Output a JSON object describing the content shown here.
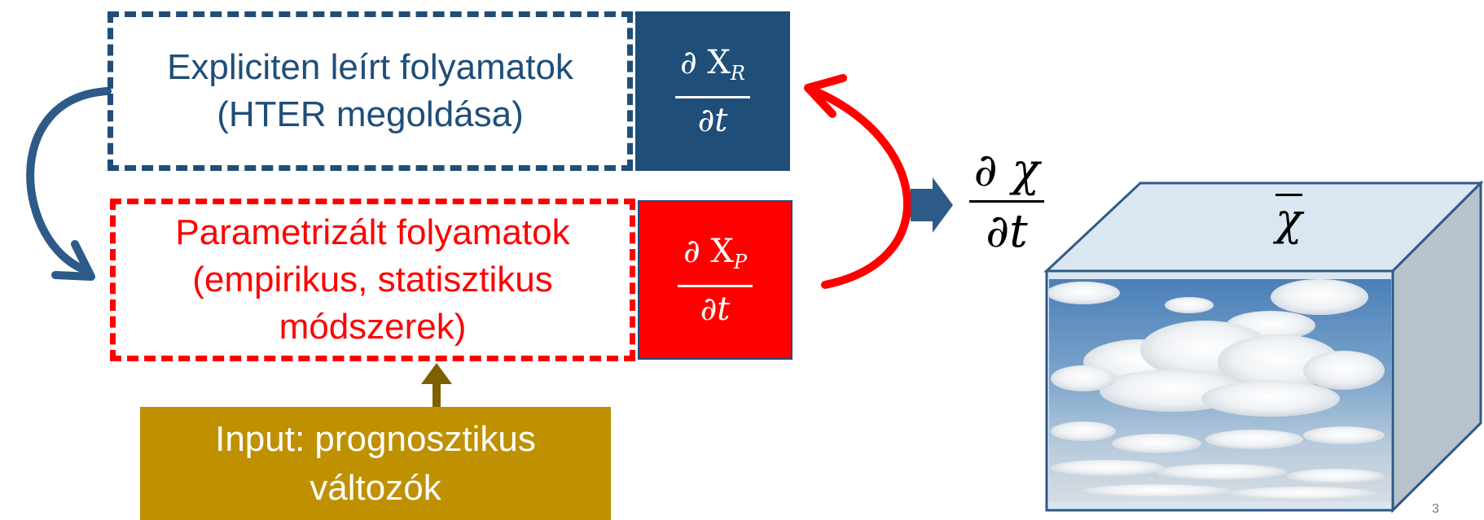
{
  "explicit_box": {
    "line1": "Expliciten leírt folyamatok",
    "line2": "(HTER megoldása)"
  },
  "explicit_fraction": {
    "numerator": "∂ X",
    "subscript": "R",
    "denominator": "∂t"
  },
  "param_box": {
    "line1": "Parametrizált folyamatok",
    "line2": "(empirikus, statisztikus",
    "line3": "módszerek)"
  },
  "param_fraction": {
    "numerator": "∂ X",
    "subscript": "P",
    "denominator": "∂t"
  },
  "input_box": {
    "line1": "Input: prognosztikus",
    "line2": "változók"
  },
  "total_fraction": {
    "numerator": "∂ χ",
    "denominator": "∂t"
  },
  "grid_mean": "χ",
  "page_number": "3",
  "colors": {
    "blue": "#1f4e79",
    "red": "#ff0000",
    "gold": "#bf9000",
    "arrow_blue": "#2e5a88",
    "box_face": "#dae6f2",
    "box_side": "#b8c2cc"
  },
  "icons": [
    "curved-arrow-blue",
    "curved-arrow-red",
    "up-arrow",
    "right-block-arrow",
    "cloud-image"
  ]
}
